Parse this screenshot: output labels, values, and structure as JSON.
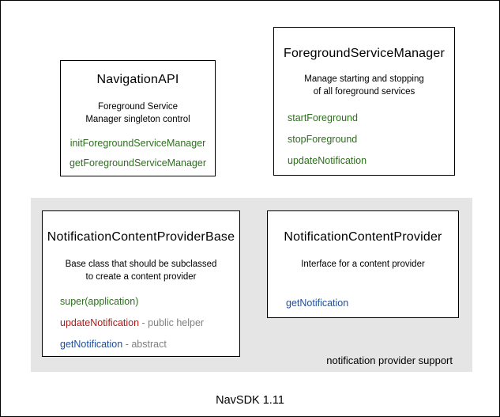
{
  "colors": {
    "method_green": "#2e6e1e",
    "method_red": "#b01815",
    "method_blue": "#1f4e9c",
    "suffix_gray": "#7f7f7f",
    "panel_gray": "#e5e5e5",
    "border_black": "#000000"
  },
  "boxes": {
    "navigation_api": {
      "title": "NavigationAPI",
      "description_lines": [
        "Foreground Service",
        "Manager singleton control"
      ],
      "methods": [
        {
          "name": "initForegroundServiceManager"
        },
        {
          "name": "getForegroundServiceManager"
        }
      ]
    },
    "foreground_service_manager": {
      "title": "ForegroundServiceManager",
      "description_lines": [
        "Manage starting and stopping",
        "of all foreground services"
      ],
      "methods": [
        {
          "name": "startForeground"
        },
        {
          "name": "stopForeground"
        },
        {
          "name": "updateNotification"
        }
      ]
    },
    "notification_content_provider_base": {
      "title": "NotificationContentProviderBase",
      "description_lines": [
        "Base class that should be subclassed",
        "to create a content provider"
      ],
      "methods": [
        {
          "name": "super(application)",
          "suffix": ""
        },
        {
          "name": "updateNotification",
          "suffix": " - public helper"
        },
        {
          "name": "getNotification",
          "suffix": " - abstract"
        }
      ]
    },
    "notification_content_provider": {
      "title": "NotificationContentProvider",
      "description_lines": [
        "Interface for a content provider"
      ],
      "methods": [
        {
          "name": "getNotification"
        }
      ]
    }
  },
  "panel_label": "notification provider support",
  "footer": "NavSDK 1.11"
}
